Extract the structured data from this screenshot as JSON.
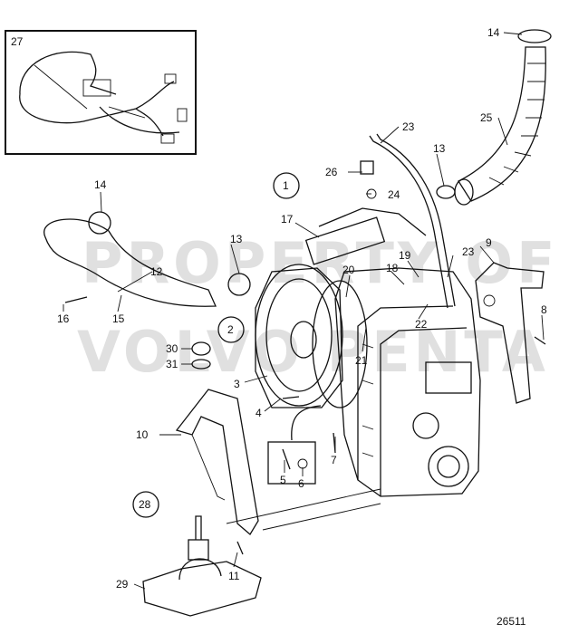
{
  "diagram_number": "26511",
  "watermark": [
    "PROPERTY OF",
    "VOLVO PENTA"
  ],
  "group_labels": [
    "1",
    "2",
    "28"
  ],
  "inset_label": "27",
  "callouts": [
    "3",
    "4",
    "5",
    "6",
    "7",
    "8",
    "9",
    "10",
    "11",
    "12",
    "13",
    "13",
    "14",
    "14",
    "15",
    "16",
    "17",
    "18",
    "19",
    "20",
    "21",
    "22",
    "23",
    "23",
    "24",
    "25",
    "26",
    "29",
    "30",
    "31"
  ],
  "colors": {
    "line": "#111111",
    "watermark": "#c8c8c8",
    "background": "#ffffff"
  }
}
